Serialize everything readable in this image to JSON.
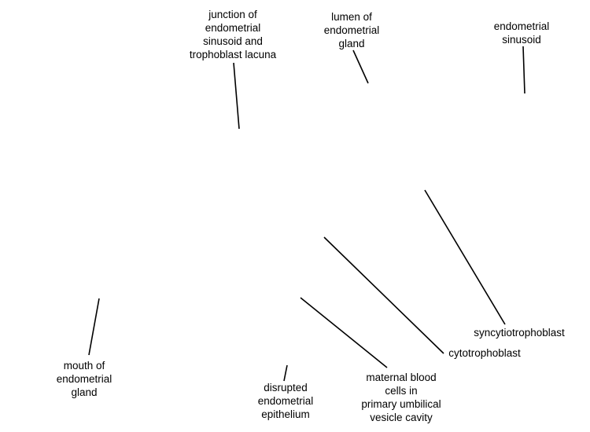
{
  "labels": [
    {
      "id": "junction",
      "text": "junction of\nendometrial\nsinusoid and\ntrophoblast lacuna"
    },
    {
      "id": "lumen",
      "text": "lumen of\nendometrial\ngland"
    },
    {
      "id": "sinusoid",
      "text": "endometrial\nsinusoid"
    },
    {
      "id": "syncytio",
      "text": "syncytiotrophoblast"
    },
    {
      "id": "cyto",
      "text": "cytotrophoblast"
    },
    {
      "id": "mouth",
      "text": "mouth of\nendometrial\ngland"
    },
    {
      "id": "epithelium",
      "text": "disrupted\nendometrial\nepithelium"
    },
    {
      "id": "maternal",
      "text": "maternal blood\ncells in\nprimary umbilical\nvesicle cavity"
    }
  ],
  "colors": {
    "text": "#000000",
    "line": "#000000",
    "background": "#ffffff"
  }
}
